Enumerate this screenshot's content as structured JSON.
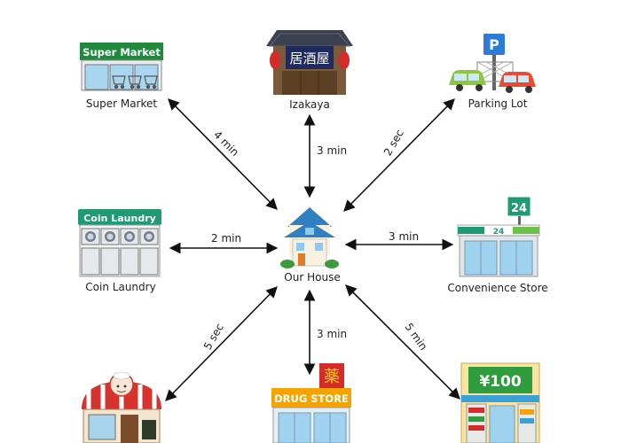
{
  "center": {
    "label": "Our House"
  },
  "places": {
    "super_market": {
      "label": "Super Market",
      "sign": "Super Market",
      "time": "4 min"
    },
    "izakaya": {
      "label": "Izakaya",
      "sign": "居酒屋",
      "time": "3 min"
    },
    "parking_lot": {
      "label": "Parking Lot",
      "sign": "P",
      "time": "2 sec"
    },
    "coin_laundry": {
      "label": "Coin Laundry",
      "sign": "Coin Laundry",
      "time": "2 min"
    },
    "convenience_store": {
      "label": "Convenience Store",
      "sign": "24",
      "time": "3 min"
    },
    "bakery": {
      "time": "5 sec"
    },
    "drug_store": {
      "sign": "DRUG STORE",
      "kanji": "薬",
      "time": "3 min"
    },
    "hundred_yen_shop": {
      "sign": "¥100",
      "time": "5 min"
    }
  }
}
